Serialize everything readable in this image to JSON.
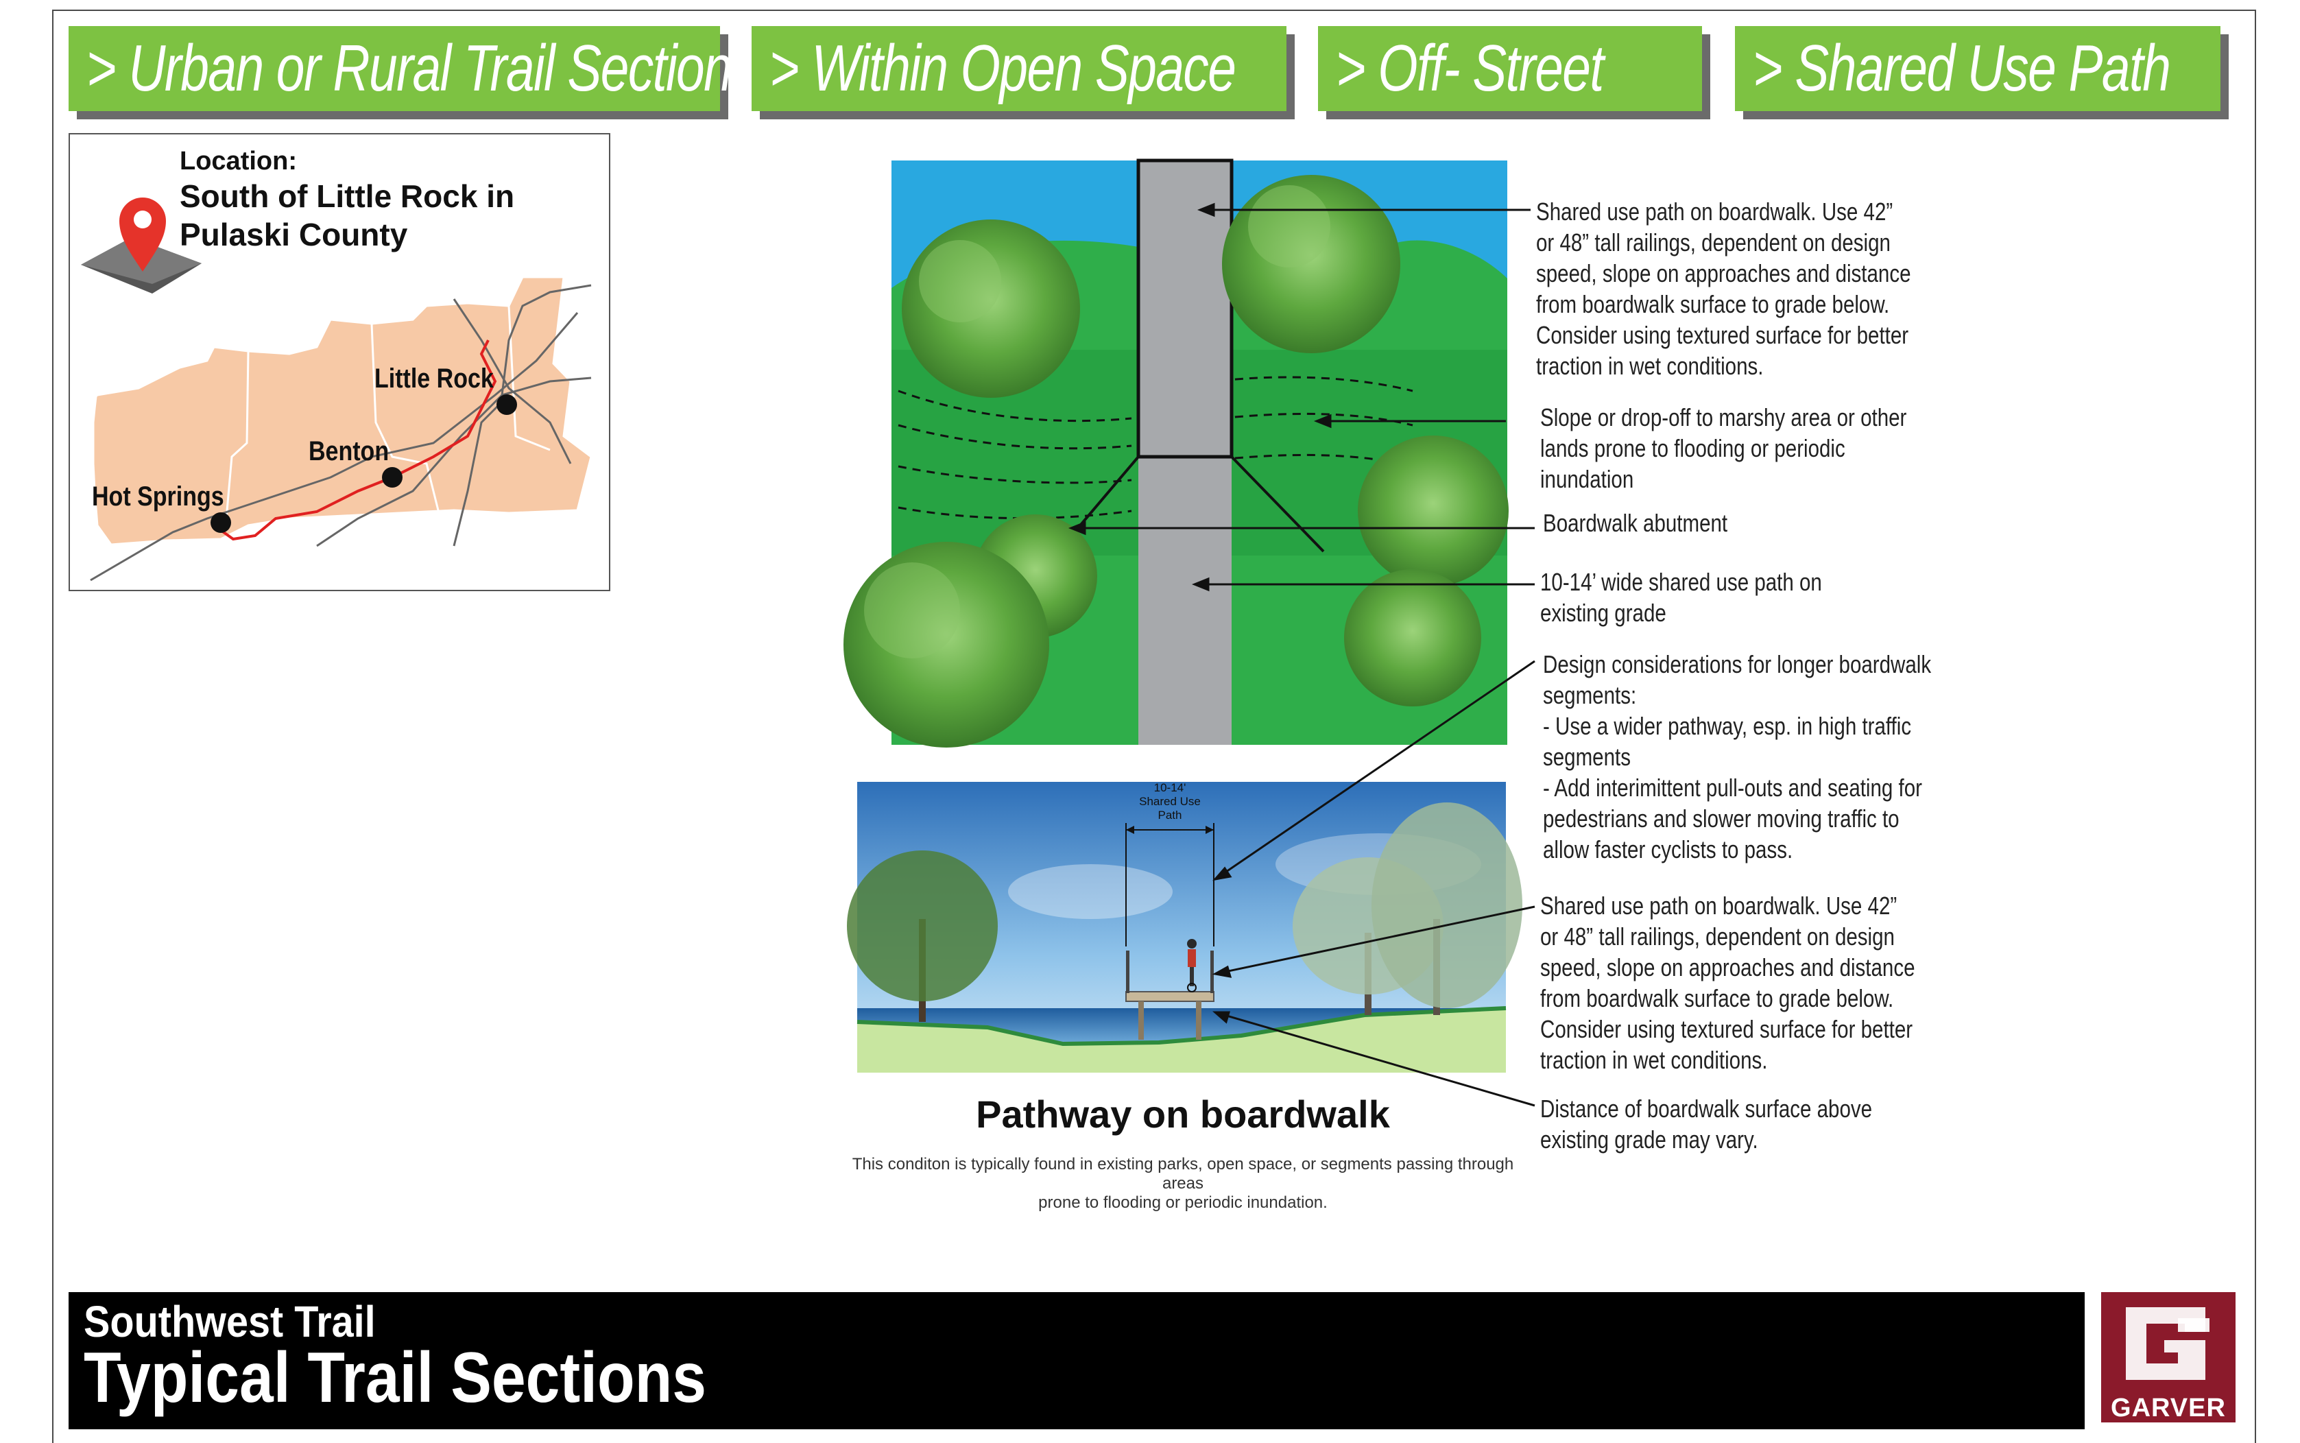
{
  "header_tags": [
    "> Urban or Rural Trail Section",
    "> Within Open Space",
    "> Off- Street",
    "> Shared Use Path"
  ],
  "location": {
    "label": "Location:",
    "value": "South of Little Rock in Pulaski County",
    "cities": [
      "Little Rock",
      "Benton",
      "Hot Springs"
    ]
  },
  "section_label": {
    "line1": "10-14'",
    "line2": "Shared Use",
    "line3": "Path"
  },
  "annotations": {
    "a1": [
      "Shared use path on boardwalk.  Use 42”",
      "or 48” tall railings, dependent on design",
      "speed, slope on approaches and distance",
      "from boardwalk surface to grade below.",
      "Consider using textured surface for better",
      "traction in wet conditions."
    ],
    "a2": [
      "Slope or drop-off to marshy area or other",
      "lands prone to flooding or periodic",
      "inundation"
    ],
    "a3": [
      "Boardwalk abutment"
    ],
    "a4": [
      "10-14’ wide shared use path on",
      "existing grade"
    ],
    "a5": [
      "Design considerations for longer boardwalk",
      "segments:",
      "- Use a wider pathway, esp. in high traffic",
      "segments",
      "- Add interimittent pull-outs and seating for",
      "pedestrians and slower moving traffic to",
      "allow faster cyclists to pass."
    ],
    "a6": [
      "Shared use path on boardwalk.  Use 42”",
      "or 48” tall railings, dependent on design",
      "speed, slope on approaches and distance",
      "from boardwalk surface to grade below.",
      "Consider using textured surface for better",
      "traction in wet conditions."
    ],
    "a7": [
      "Distance of boardwalk surface above",
      "existing grade may vary."
    ]
  },
  "caption": {
    "title": "Pathway on boardwalk",
    "note_line1": "This conditon is typically found in existing parks, open space, or segments passing through areas",
    "note_line2": "prone to flooding or periodic inundation."
  },
  "footer": {
    "project": "Southwest Trail",
    "title": "Typical Trail Sections"
  },
  "logo": {
    "name": "GARVER",
    "color": "#8b1a2b"
  },
  "colors": {
    "tag_green": "#7dc242",
    "grass": "#2fae4a",
    "grass_dark": "#249a3f",
    "sky": "#29a8e0",
    "path": "#a7a9ac",
    "route": "#e02020",
    "county": "#f7c9a6"
  }
}
